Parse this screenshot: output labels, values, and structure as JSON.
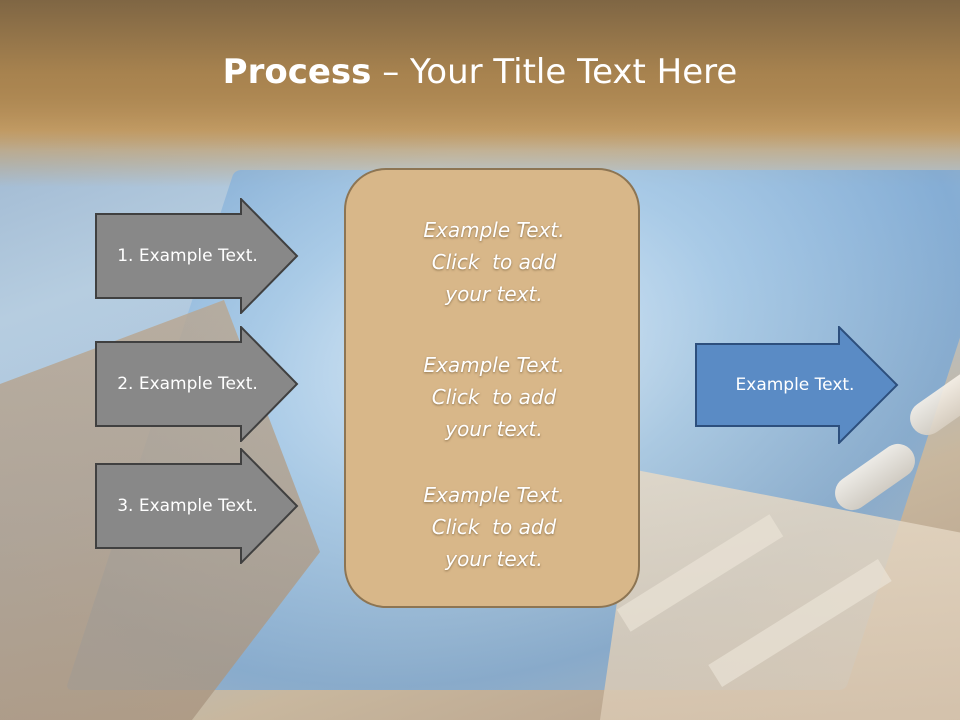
{
  "title": {
    "bold": "Process",
    "separator": " – ",
    "rest": "Your Title Text Here"
  },
  "left_arrows": [
    {
      "label": "1. Example Text."
    },
    {
      "label": "2. Example Text."
    },
    {
      "label": "3. Example Text."
    }
  ],
  "center_box": {
    "blocks": [
      {
        "line1": "Example Text.",
        "line2": "Click  to add",
        "line3": "your text."
      },
      {
        "line1": "Example Text.",
        "line2": "Click  to add",
        "line3": "your text."
      },
      {
        "line1": "Example Text.",
        "line2": "Click  to add",
        "line3": "your text."
      }
    ]
  },
  "right_arrow": {
    "label": "Example Text."
  },
  "colors": {
    "left_arrow_fill": "#888888",
    "left_arrow_stroke": "#404040",
    "center_fill": "#d8b789",
    "right_arrow_fill": "#5a8bc5",
    "right_arrow_stroke": "#2d4f7d"
  }
}
